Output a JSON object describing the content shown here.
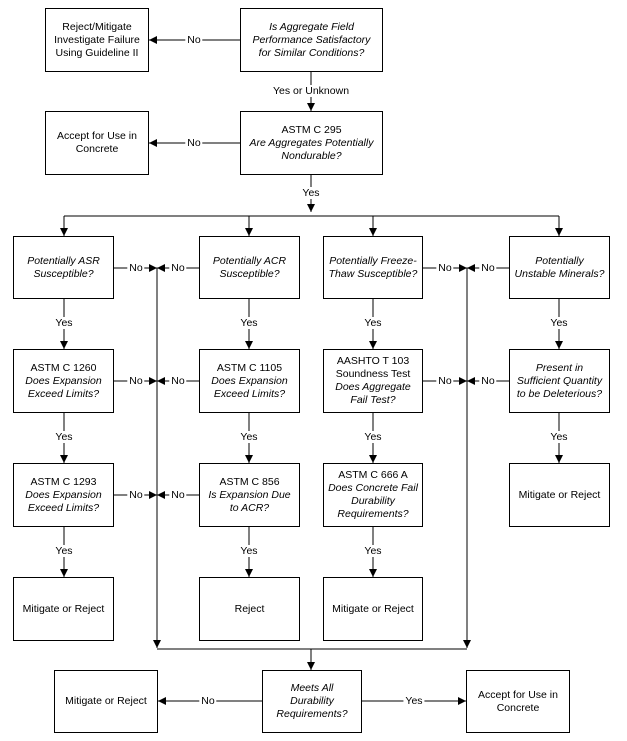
{
  "boxes": {
    "reject_mitigate_top": {
      "lines": [
        "Reject/Mitigate",
        "Investigate Failure",
        "Using Guideline II"
      ]
    },
    "field_performance": {
      "lines": [
        "Is Aggregate Field",
        "Performance Satisfactory",
        "for Similar Conditions?"
      ]
    },
    "accept_top": {
      "lines": [
        "Accept for Use in",
        "Concrete"
      ]
    },
    "astm_c295": {
      "title": "ASTM C 295",
      "lines": [
        "Are Aggregates Potentially",
        "Nondurable?"
      ]
    },
    "asr_susceptible": {
      "lines": [
        "Potentially ASR",
        "Susceptible?"
      ]
    },
    "acr_susceptible": {
      "lines": [
        "Potentially ACR",
        "Susceptible?"
      ]
    },
    "freeze_thaw": {
      "lines": [
        "Potentially Freeze-",
        "Thaw Susceptible?"
      ]
    },
    "unstable_minerals": {
      "lines": [
        "Potentially",
        "Unstable Minerals?"
      ]
    },
    "astm_c1260": {
      "title": "ASTM C 1260",
      "lines": [
        "Does Expansion",
        "Exceed Limits?"
      ]
    },
    "astm_c1105": {
      "title": "ASTM C 1105",
      "lines": [
        "Does Expansion",
        "Exceed Limits?"
      ]
    },
    "aashto_t103": {
      "title": "AASHTO T 103",
      "title2": "Soundness Test",
      "lines": [
        "Does Aggregate",
        "Fail Test?"
      ]
    },
    "sufficient_quantity": {
      "lines": [
        "Present in",
        "Sufficient Quantity",
        "to be Deleterious?"
      ]
    },
    "astm_c1293": {
      "title": "ASTM C 1293",
      "lines": [
        "Does Expansion",
        "Exceed Limits?"
      ]
    },
    "astm_c856": {
      "title": "ASTM C 856",
      "lines": [
        "Is Expansion Due",
        "to ACR?"
      ]
    },
    "astm_c666": {
      "title": "ASTM C 666 A",
      "lines": [
        "Does Concrete Fail",
        "Durability",
        "Requirements?"
      ]
    },
    "mitigate_col4": {
      "lines": [
        "Mitigate or Reject"
      ]
    },
    "mitigate_col1": {
      "lines": [
        "Mitigate or Reject"
      ]
    },
    "reject_col2": {
      "lines": [
        "Reject"
      ]
    },
    "mitigate_col3": {
      "lines": [
        "Mitigate or Reject"
      ]
    },
    "mitigate_bottom": {
      "lines": [
        "Mitigate or Reject"
      ]
    },
    "meets_durability": {
      "lines": [
        "Meets All",
        "Durability",
        "Requirements?"
      ]
    },
    "accept_bottom": {
      "lines": [
        "Accept for Use in",
        "Concrete"
      ]
    }
  },
  "labels": {
    "no": "No",
    "yes": "Yes",
    "yes_or_unknown": "Yes or Unknown"
  }
}
